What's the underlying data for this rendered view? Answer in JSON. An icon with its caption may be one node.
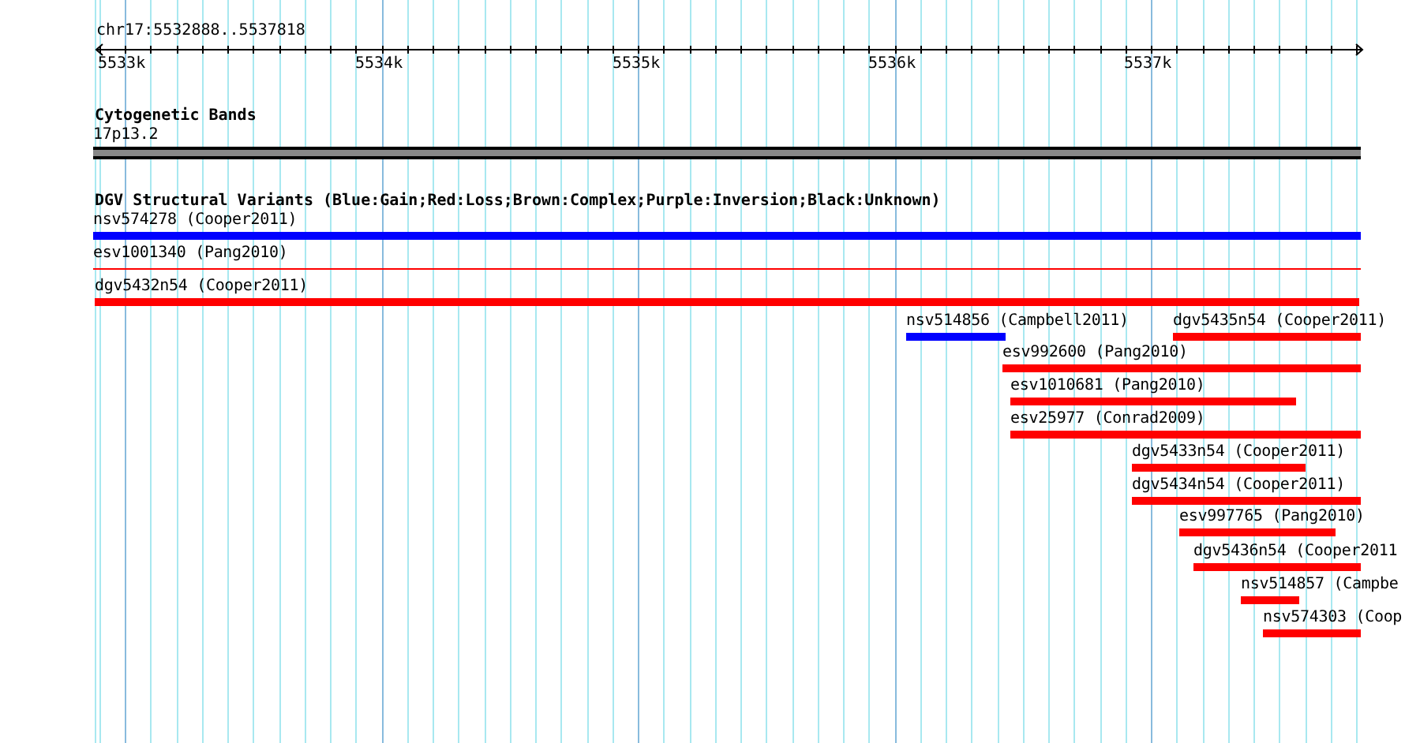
{
  "diagram": {
    "nodes": [
      {
        "text": [
          "17p13.2"
        ]
      },
      {
        "text": [
          "nsv574278 (Cooper2011)"
        ]
      },
      {
        "text": [
          "esv1001340 (Pang2010)"
        ]
      },
      {
        "text": [
          "dgv5432n54 (Cooper2011)"
        ]
      },
      {
        "text": [
          "nsv514856 (Campbell2011)"
        ]
      },
      {
        "text": [
          "dgv5435n54 (Cooper2011)"
        ]
      },
      {
        "text": [
          "esv992600 (Pang2010)"
        ]
      },
      {
        "text": [
          "esv1010681 (Pang2010)"
        ]
      },
      {
        "text": [
          "esv25977 (Conrad2009)"
        ]
      },
      {
        "text": [
          "dgv5433n54 (Cooper2011)"
        ]
      },
      {
        "text": [
          "dgv5434n54 (Cooper2011)"
        ]
      },
      {
        "text": [
          "esv997765 (Pang2010)"
        ]
      },
      {
        "text": [
          "dgv5436n54 (Cooper2011"
        ]
      },
      {
        "text": [
          "nsv514857 (Campbe"
        ]
      },
      {
        "text": [
          "nsv574303 (Coop"
        ]
      }
    ],
    "labels": [
      "chr17:5532888..5537818",
      "5533k",
      "5534k",
      "5535k",
      "5536k",
      "5537k",
      "Cytogenetic Bands",
      "DGV Structural Variants (Blue:Gain;Red:Loss;Brown:Complex;Purple:Inversion;Black:Unknown)"
    ]
  }
}
